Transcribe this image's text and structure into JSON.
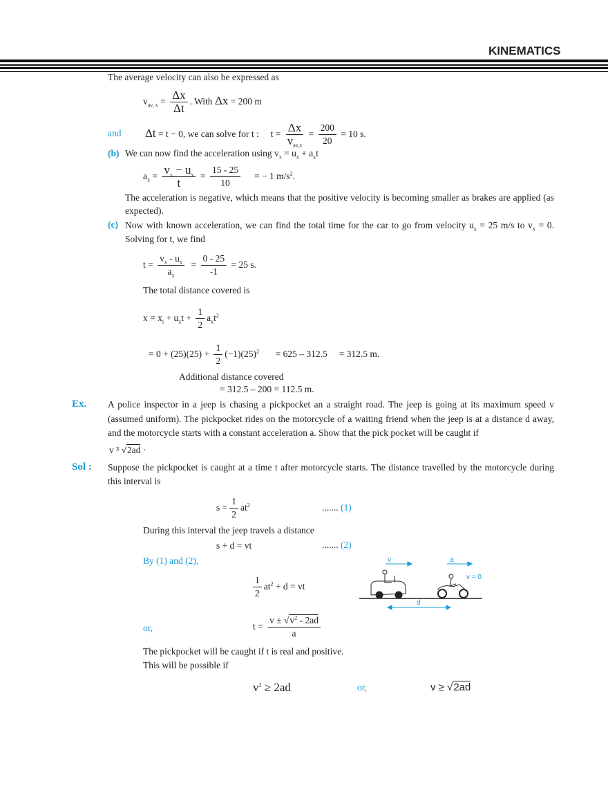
{
  "header": {
    "title": "KINEMATICS"
  },
  "colors": {
    "accent": "#1b9bd7",
    "text": "#222222"
  },
  "content": {
    "intro": "The average velocity can also be expressed as",
    "eq1": {
      "lhs": "v",
      "lhs_sub": "av, x",
      "num": "Δx",
      "den": "Δt",
      "mid": ". With",
      "dx": "Δx",
      "rhs": "= 200 m"
    },
    "eq2": {
      "label": "and",
      "dt": "Δt",
      "text": "= t − 0, we can solve for t :",
      "t": "t =",
      "num1": "Δx",
      "den1": "v",
      "den1_sub": "av,x",
      "num2": "200",
      "den2": "20",
      "rhs": "= 10 s."
    },
    "b": {
      "label": "(b)",
      "text": "We can now find the acceleration using v",
      "s1": "x",
      "t2": " = u",
      "s2": "x",
      "t3": " + a",
      "s3": "x",
      "t4": "t"
    },
    "eq3": {
      "lhs": "a",
      "lhs_sub": "x",
      "num1": "v",
      "num1_s": "x",
      "num1b": " − u",
      "num1b_s": "x",
      "den1": "t",
      "num2": "15 - 25",
      "den2": "10",
      "rhs": "= − 1 m/s",
      "rhs_sup": "2",
      "end": "."
    },
    "para_b": "The acceleration is negative, which means that the positive velocity is becoming smaller as brakes are applied (as expected).",
    "c": {
      "label": "(c)",
      "text": "Now with known acceleration, we can find the total time for the car to go from velocity u",
      "sub": "x",
      "text2": " = 25 m/s to v",
      "sub2": "x",
      "text3": " = 0. Solving for t, we find"
    },
    "eq4": {
      "lhs": "t =",
      "num1": "v",
      "n1s": "x",
      "n1b": " - u",
      "n1bs": "x",
      "den1": "a",
      "d1s": "x",
      "num2": "0 - 25",
      "den2": "-1",
      "rhs": "= 25 s."
    },
    "total": "The total distance covered is",
    "eq5": {
      "a": "x = x",
      "as": "i",
      "b": " + u",
      "bs": "x",
      "c": "t +",
      "num": "1",
      "den": "2",
      "d": "a",
      "ds": "x",
      "e": "t",
      "es": "2"
    },
    "eq6": {
      "a": "= 0 + (25)(25) +",
      "num": "1",
      "den": "2",
      "b": "(−1)(25)",
      "bs": "2",
      "c": "= 625 – 312.5",
      "d": "= 312.5  m."
    },
    "additional": "Additional distance covered",
    "eq7": "= 312.5 – 200  = 112.5 m.",
    "ex": {
      "label": "Ex.",
      "text": "A police inspector in a jeep is chasing a pickpocket an a straight road. The jeep is going at its maximum speed v (assumed uniform). The pickpocket rides on the motorcycle of a waiting friend when the jeep is at a distance d away, and the motorcycle starts with a constant acceleration a. Show that the pick pocket will be caught if",
      "cond_v": "v ³",
      "cond_root": "2ad",
      "cond_end": " ·"
    },
    "sol": {
      "label": "Sol :",
      "text": "Suppose the pickpocket is caught at a time t after motorcycle starts. The distance travelled by the motorcycle during this interval is"
    },
    "eq8": {
      "lhs": "s =",
      "num": "1",
      "den": "2",
      "rhs": "at",
      "sup": "2",
      "dots": ".......",
      "tag": "(1)"
    },
    "jeep": "During this interval the jeep travels a distance",
    "eq9": {
      "text": "s + d = vt",
      "dots": ".......",
      "tag": "(2)"
    },
    "by": "By (1) and (2),",
    "eq10": {
      "num": "1",
      "den": "2",
      "a": "at",
      "sup": "2",
      "b": " + d = vt"
    },
    "or1": "or,",
    "eq11": {
      "lhs": "t =",
      "num_a": "v ± ",
      "root": "v",
      "root_sup": "2",
      "root_b": " - 2ad",
      "den": "a"
    },
    "caught": "The pickpocket will be caught if t is real and positive.",
    "possible": "This will be possible if",
    "eq12": {
      "a": "v",
      "sup": "2",
      "b": " ≥ 2ad"
    },
    "or2": "or,",
    "eq13": {
      "a": "v ≥ ",
      "root": "2ad"
    }
  },
  "diagram": {
    "v_label": "v",
    "a_label": "a",
    "v0_label": "v = 0",
    "d_label": "d"
  }
}
